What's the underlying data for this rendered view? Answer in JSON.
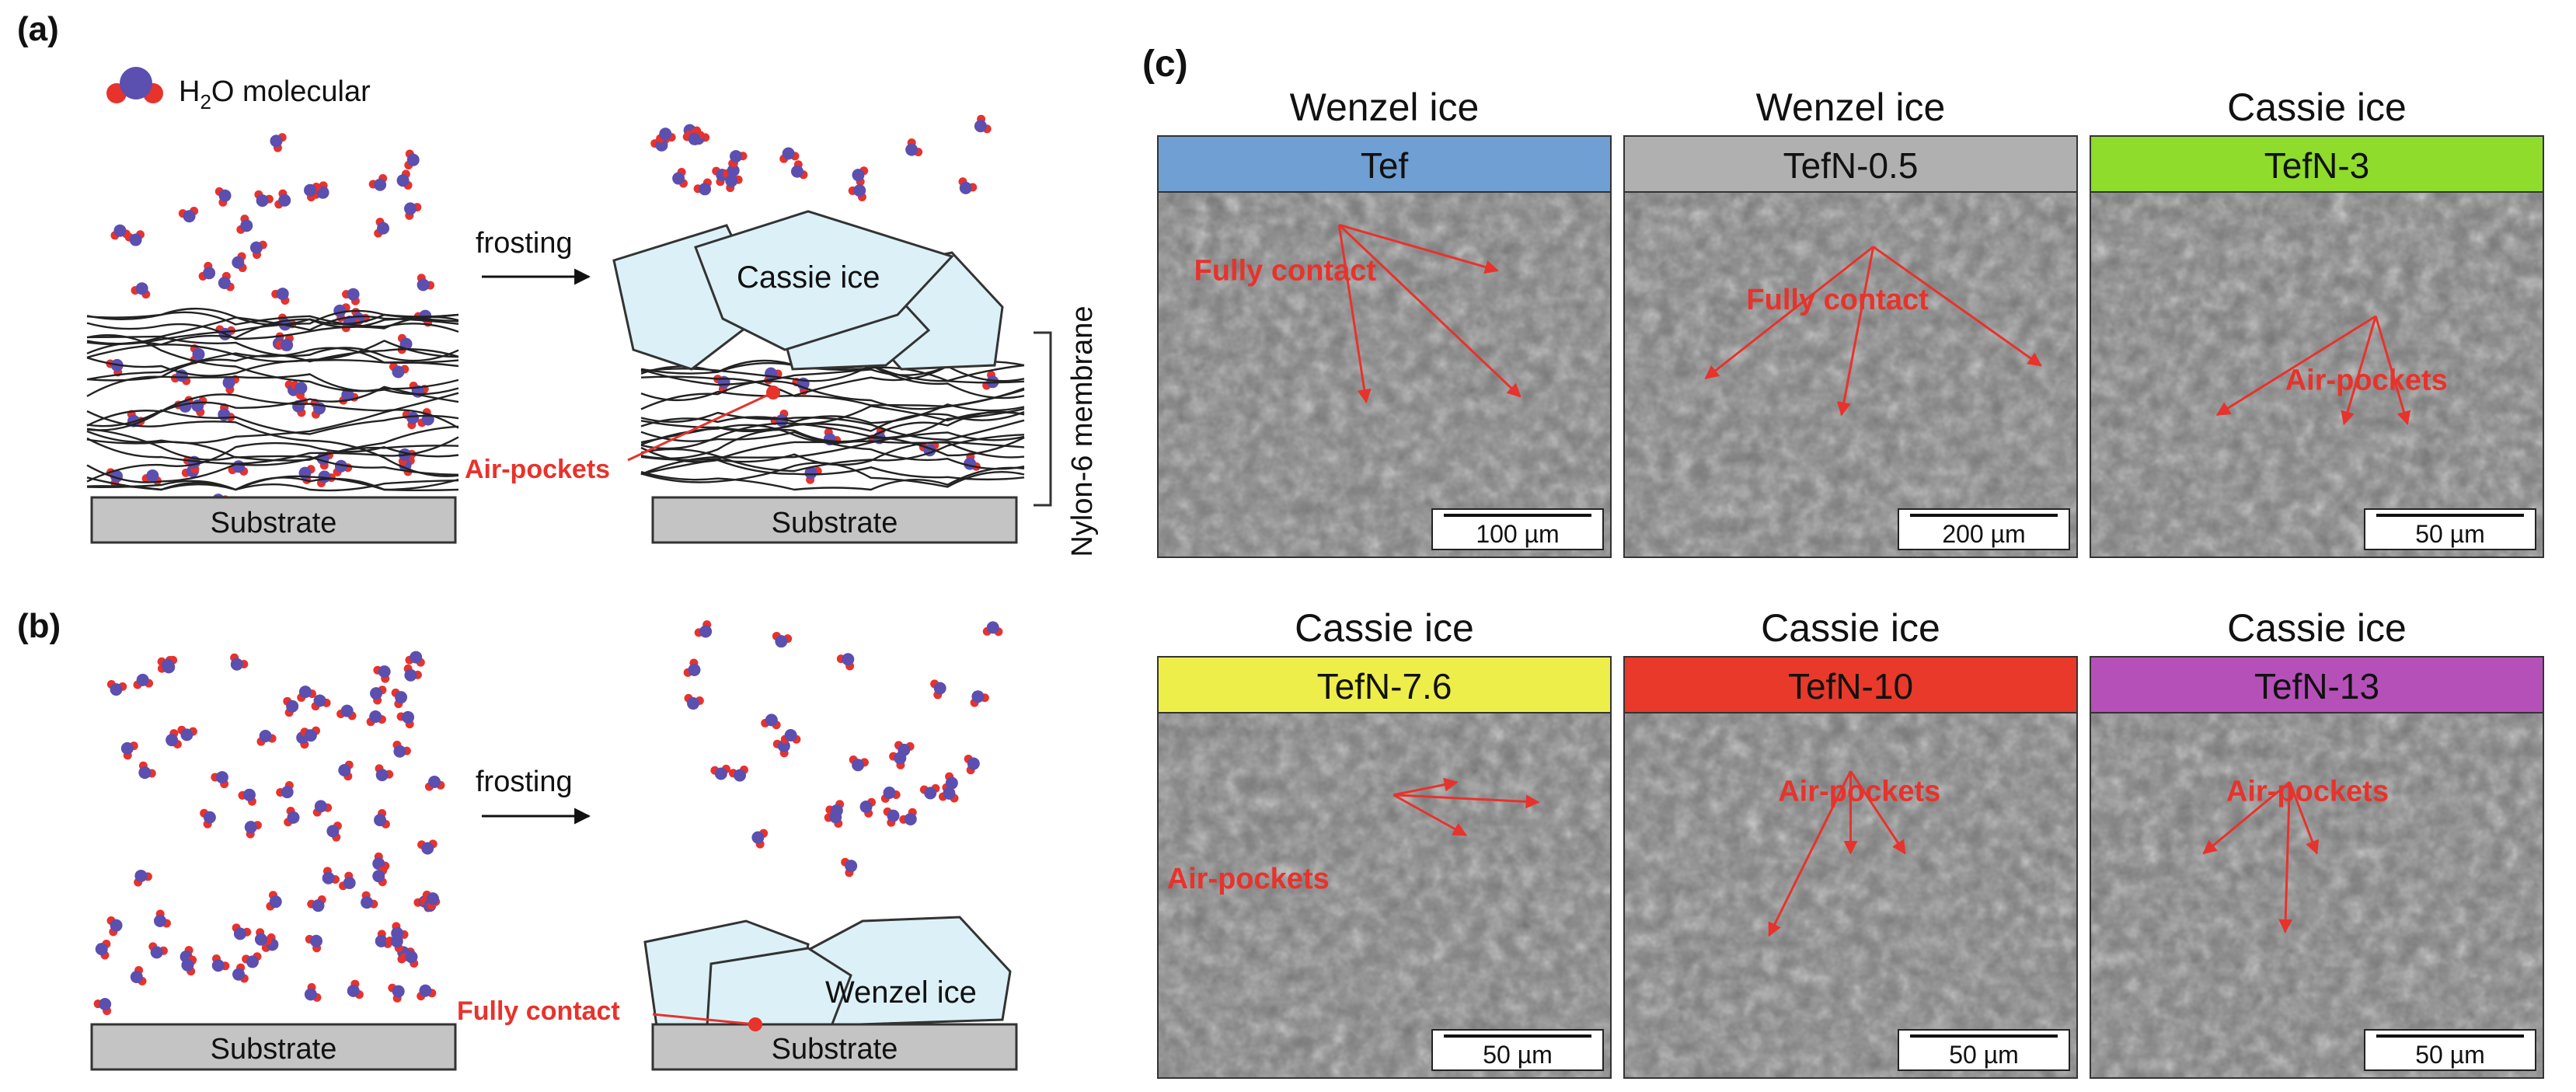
{
  "panel_a": {
    "label": "(a)",
    "legend": {
      "prefix": "H",
      "sub": "2",
      "suffix": "O molecular"
    },
    "arrow_text": "frosting",
    "ice_label": "Cassie ice",
    "air_pockets": "Air-pockets",
    "membrane_label": "Nylon-6 membrane",
    "substrate_left": "Substrate",
    "substrate_right": "Substrate"
  },
  "panel_b": {
    "label": "(b)",
    "arrow_text": "frosting",
    "ice_label": "Wenzel ice",
    "fully_contact": "Fully contact",
    "substrate_left": "Substrate",
    "substrate_right": "Substrate"
  },
  "panel_c": {
    "label": "(c)",
    "images": [
      {
        "top": "Wenzel ice",
        "name": "Tef",
        "color": "#6f9fd3",
        "annotation": "Fully contact",
        "scale": "100 µm"
      },
      {
        "top": "Wenzel ice",
        "name": "TefN-0.5",
        "color": "#b0b0b0",
        "annotation": "Fully contact",
        "scale": "200 µm"
      },
      {
        "top": "Cassie ice",
        "name": "TefN-3",
        "color": "#8fdc2c",
        "annotation": "Air-pockets",
        "scale": "50 µm"
      },
      {
        "top": "Cassie ice",
        "name": "TefN-7.6",
        "color": "#eeee4a",
        "annotation": "Air-pockets",
        "scale": "50 µm"
      },
      {
        "top": "Cassie ice",
        "name": "TefN-10",
        "color": "#e8392a",
        "annotation": "Air-pockets",
        "scale": "50 µm"
      },
      {
        "top": "Cassie ice",
        "name": "TefN-13",
        "color": "#b650b9",
        "annotation": "Air-pockets",
        "scale": "50 µm"
      }
    ]
  },
  "colors": {
    "oxygen": "#e8322c",
    "hydrogen_center": "#5b4fb0",
    "ice_fill": "#dcf1f7",
    "substrate": "#c4c4c4",
    "annotation": "#e8322c"
  }
}
